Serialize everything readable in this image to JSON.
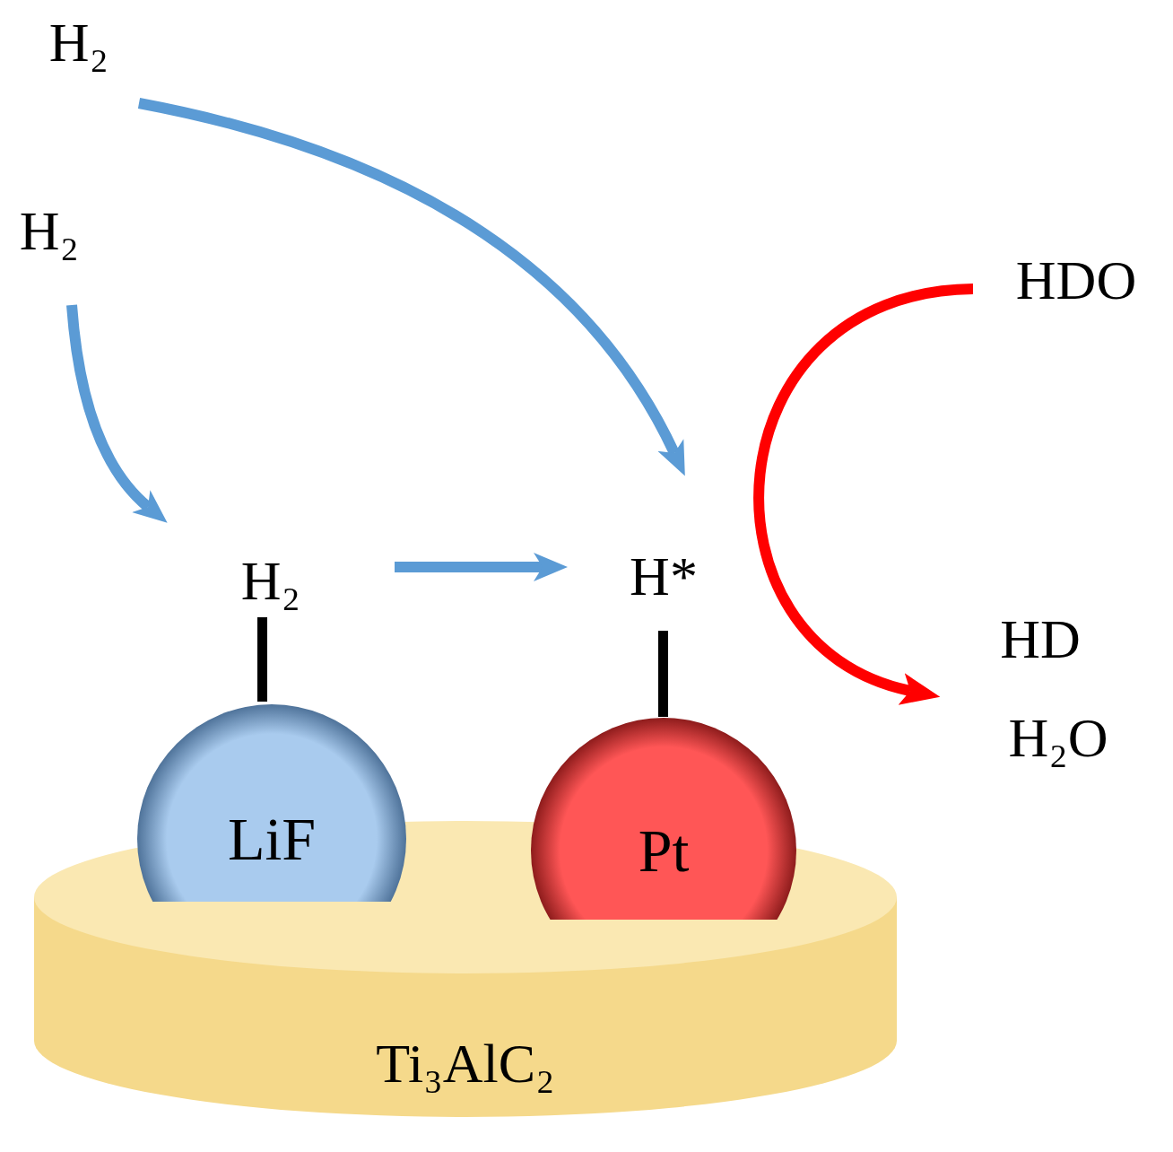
{
  "diagram": {
    "nodes": [
      {
        "text": [
          "LiF"
        ]
      },
      {
        "text": [
          "Pt"
        ]
      },
      {
        "text": [
          "Ti₃AlC₂"
        ]
      }
    ],
    "labels": [
      "H₂",
      "H₂",
      "H₂",
      "H*",
      "HDO",
      "HD",
      "H₂O"
    ]
  }
}
